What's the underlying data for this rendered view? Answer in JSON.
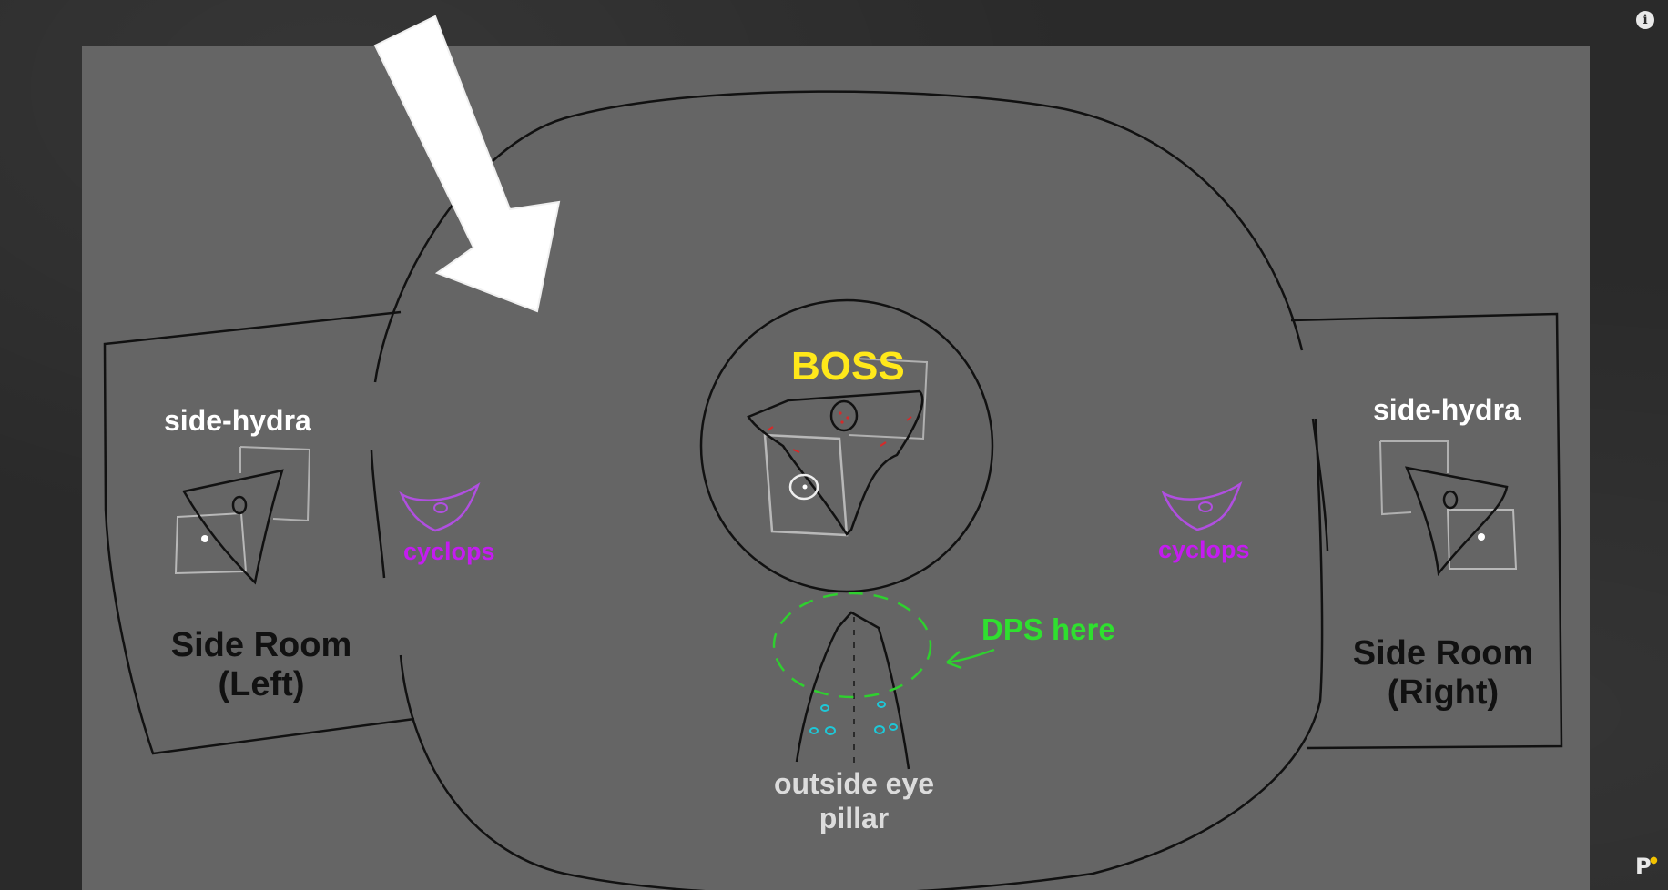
{
  "labels": {
    "boss": "BOSS",
    "side_hydra_left": "side-hydra",
    "side_hydra_right": "side-hydra",
    "cyclops_left": "cyclops",
    "cyclops_right": "cyclops",
    "side_room_left_line1": "Side Room",
    "side_room_left_line2": "(Left)",
    "side_room_right_line1": "Side Room",
    "side_room_right_line2": "(Right)",
    "dps_here": "DPS here",
    "pillar_line1": "outside eye",
    "pillar_line2": "pillar"
  },
  "icons": {
    "info": "i",
    "brand": "P"
  },
  "colors": {
    "board": "#656565",
    "outline": "#111111",
    "boss_text": "#ffe81a",
    "cyclops": "#b04fe0",
    "cyclops_text": "#c41cf0",
    "dps_text": "#2fe02f",
    "dps_ring": "#2fd02f",
    "cyan_marks": "#1ec8d8",
    "red_marks": "#d62a2a",
    "grey_outline": "#b8b8b8"
  }
}
